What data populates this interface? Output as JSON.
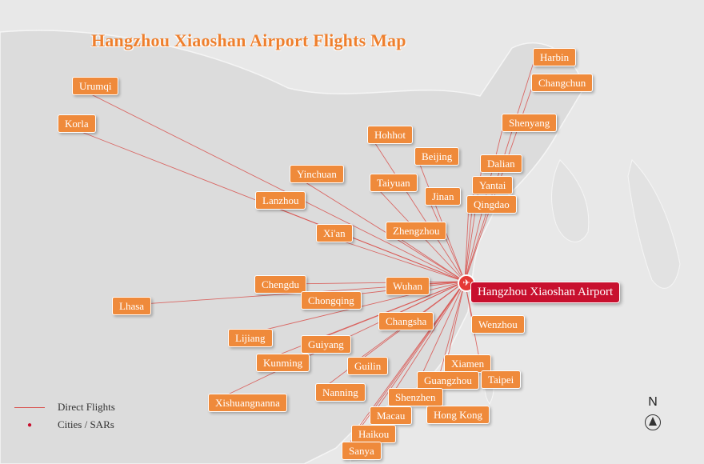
{
  "title": "Hangzhou Xiaoshan Airport Flights Map",
  "hub": {
    "name": "Hangzhou Xiaoshan Airport",
    "color": "#c8102e"
  },
  "legend": {
    "direct_flights": "Direct Flights",
    "cities": "Cities / SARs"
  },
  "compass": {
    "north": "N"
  },
  "colors": {
    "label": "#ef8a3b",
    "route": "#d9534f",
    "title": "#ee7f2d"
  },
  "cities": [
    {
      "name": "Harbin"
    },
    {
      "name": "Changchun"
    },
    {
      "name": "Shenyang"
    },
    {
      "name": "Dalian"
    },
    {
      "name": "Yantai"
    },
    {
      "name": "Qingdao"
    },
    {
      "name": "Beijing"
    },
    {
      "name": "Jinan"
    },
    {
      "name": "Hohhot"
    },
    {
      "name": "Taiyuan"
    },
    {
      "name": "Yinchuan"
    },
    {
      "name": "Lanzhou"
    },
    {
      "name": "Xi'an"
    },
    {
      "name": "Zhengzhou"
    },
    {
      "name": "Urumqi"
    },
    {
      "name": "Korla"
    },
    {
      "name": "Chengdu"
    },
    {
      "name": "Wuhan"
    },
    {
      "name": "Chongqing"
    },
    {
      "name": "Lhasa"
    },
    {
      "name": "Changsha"
    },
    {
      "name": "Wenzhou"
    },
    {
      "name": "Lijiang"
    },
    {
      "name": "Guiyang"
    },
    {
      "name": "Kunming"
    },
    {
      "name": "Guilin"
    },
    {
      "name": "Xiamen"
    },
    {
      "name": "Guangzhou"
    },
    {
      "name": "Taipei"
    },
    {
      "name": "Nanning"
    },
    {
      "name": "Xishuangnanna"
    },
    {
      "name": "Shenzhen"
    },
    {
      "name": "Hong Kong"
    },
    {
      "name": "Macau"
    },
    {
      "name": "Haikou"
    },
    {
      "name": "Sanya"
    }
  ]
}
